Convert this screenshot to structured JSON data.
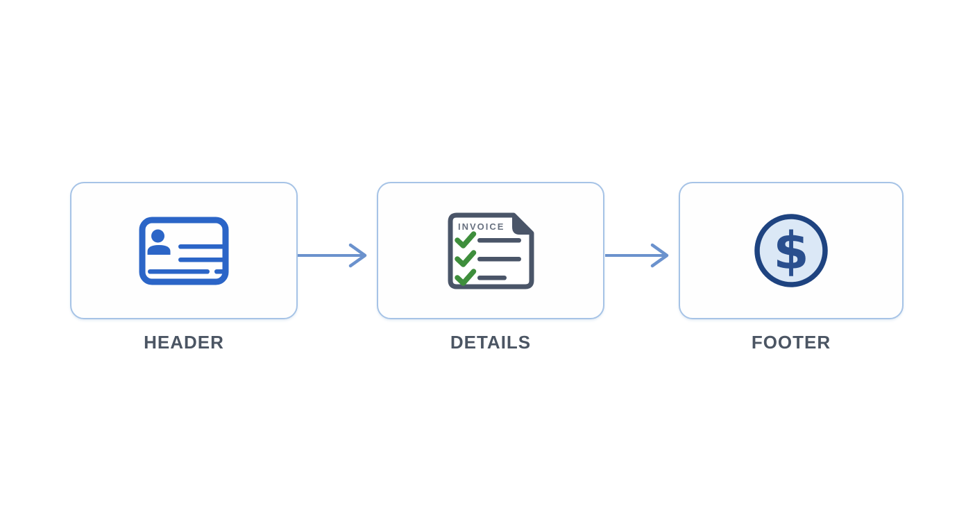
{
  "diagram": {
    "description": "Invoice structure flow diagram with three steps connected by arrows",
    "nodes": [
      {
        "id": "header",
        "label": "HEADER",
        "icon": "id-card-icon"
      },
      {
        "id": "details",
        "label": "DETAILS",
        "icon": "invoice-document-icon",
        "icon_text": "INVOICE"
      },
      {
        "id": "footer",
        "label": "FOOTER",
        "icon": "dollar-circle-icon",
        "icon_text": "$"
      }
    ],
    "connections": [
      {
        "from": "HEADER",
        "to": "DETAILS"
      },
      {
        "from": "DETAILS",
        "to": "FOOTER"
      }
    ],
    "colors": {
      "page_background": "#ffffff",
      "box_border": "#a6c3e6",
      "box_fill": "#fefefe",
      "label_text": "#4b5563",
      "arrow": "#6b92cd",
      "id_card_blue": "#2b65c7",
      "document_outline": "#4a5568",
      "check_green": "#3e8e3c",
      "invoice_text_gray": "#687180",
      "dollar_ring_navy": "#1e4380",
      "dollar_fill_light_blue": "#dbe8f6",
      "dollar_sign_navy": "#2a4f8e"
    }
  }
}
